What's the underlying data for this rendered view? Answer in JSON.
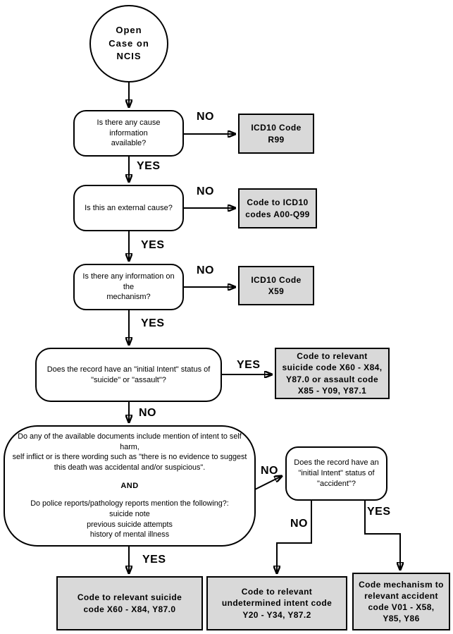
{
  "colors": {
    "background": "#ffffff",
    "result_fill": "#d9d9d9",
    "line": "#000000"
  },
  "labels": {
    "yes": "YES",
    "no": "NO"
  },
  "nodes": {
    "start": {
      "label": "Open\nCase on\nNCIS"
    },
    "q_cause_info": {
      "label": "Is there any cause information\navailable?"
    },
    "r_r99": {
      "label": "ICD10 Code\nR99"
    },
    "q_external_cause": {
      "label": "Is this an external cause?"
    },
    "r_a00_q99": {
      "label": "Code to ICD10\ncodes A00-Q99"
    },
    "q_mechanism": {
      "label": "Is there any information on the\nmechanism?"
    },
    "r_x59": {
      "label": "ICD10 Code\nX59"
    },
    "q_initial_intent": {
      "label": "Does the record have an \"initial Intent\" status of\n\"suicide\" or \"assault\"?"
    },
    "r_suicide_assault": {
      "label": "Code to relevant\nsuicide code X60 - X84,\nY87.0 or assault code\nX85 - Y09, Y87.1"
    },
    "q_evidence": {
      "question1": "Do any of the available documents include mention of intent to self harm,\nself inflict or is there wording such as  \"there is no evidence to suggest\nthis death was accidental and/or suspicious\".",
      "connector": "AND",
      "question2": "Do police reports/pathology reports mention the following?:\nsuicide note\nprevious suicide attempts\nhistory of mental illness"
    },
    "q_accident_intent": {
      "label": "Does the record have an\n\"initial Intent\" status of\n\"accident\"?"
    },
    "r_suicide": {
      "label": "Code to relevant suicide\ncode X60 - X84, Y87.0"
    },
    "r_undetermined": {
      "label": "Code to relevant\nundetermined intent code\nY20 - Y34, Y87.2"
    },
    "r_accident": {
      "label": "Code mechanism to\nrelevant accident\ncode V01 - X58,\nY85, Y86"
    }
  }
}
